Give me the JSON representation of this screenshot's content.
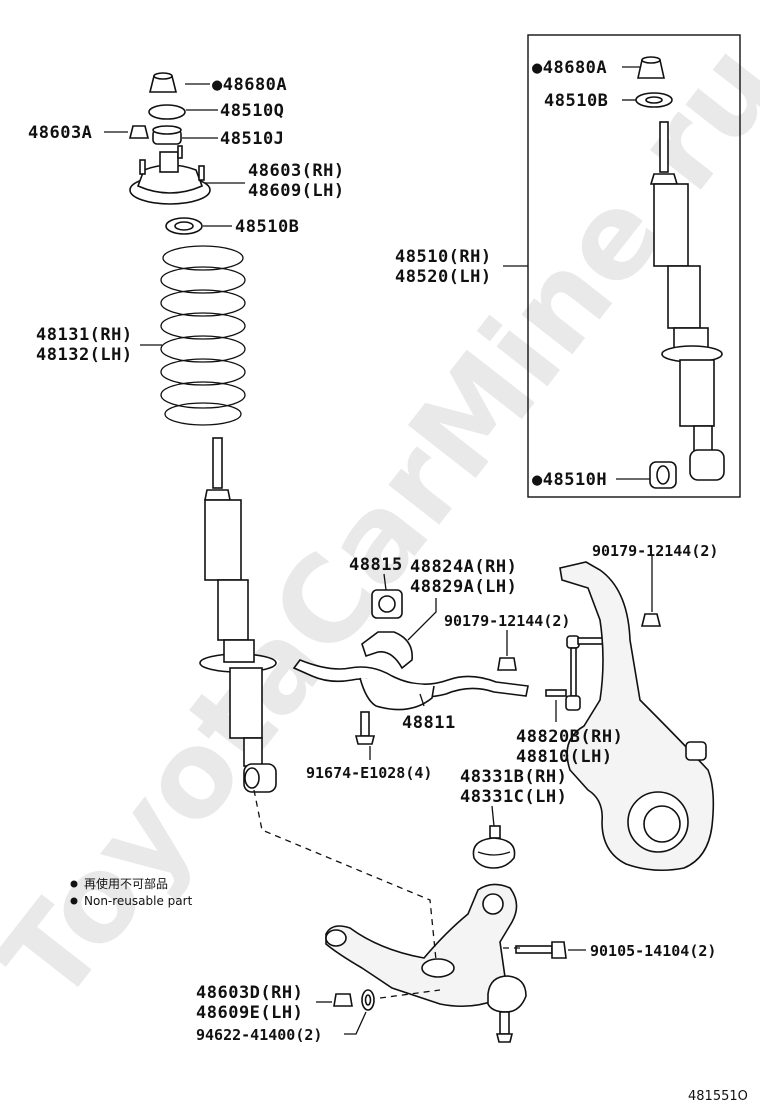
{
  "watermark": "ToyotaCarMine.ru",
  "legend": {
    "line1": "再使用不可部品",
    "line2": "Non-reusable part"
  },
  "illustration_ref": "481551O",
  "labels": {
    "p48680A": "●48680A",
    "p48510Q": "48510Q",
    "p48603A": "48603A",
    "p48510J": "48510J",
    "p48603": "48603(RH)",
    "p48609": "48609(LH)",
    "p48510B": "48510B",
    "p48131": "48131(RH)",
    "p48132": "48132(LH)",
    "box_48680A": "●48680A",
    "box_48510B": "48510B",
    "box_48510": "48510(RH)",
    "box_48520": "48520(LH)",
    "box_48510H": "●48510H",
    "p48815": "48815",
    "p48824A": "48824A(RH)",
    "p48829A": "48829A(LH)",
    "p90179a": "90179-12144(2)",
    "p90179b": "90179-12144(2)",
    "p48811": "48811",
    "p48820B": "48820B(RH)",
    "p48810": "48810(LH)",
    "p91674": "91674-E1028(4)",
    "p48331B": "48331B(RH)",
    "p48331C": "48331C(LH)",
    "p90105": "90105-14104(2)",
    "p48603D": "48603D(RH)",
    "p48609E": "48609E(LH)",
    "p94622": "94622-41400(2)"
  }
}
